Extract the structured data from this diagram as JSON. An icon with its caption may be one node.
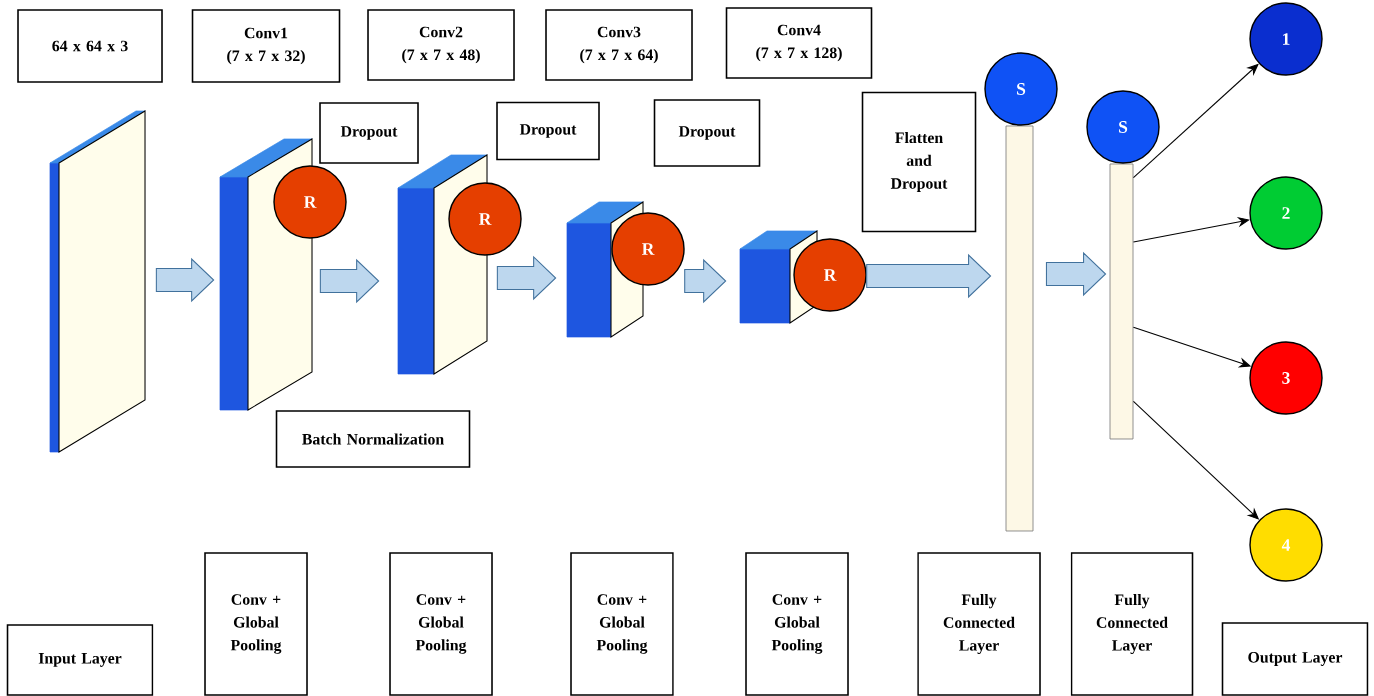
{
  "diagram": {
    "nodes": [
      {
        "text": [
          "64 x 64 x 3"
        ]
      },
      {
        "text": [
          "Conv1",
          "(7 x 7 x 32)"
        ]
      },
      {
        "text": [
          "Conv2",
          "(7 x 7 x 48)"
        ]
      },
      {
        "text": [
          "Conv3",
          "(7 x 7 x 64)"
        ]
      },
      {
        "text": [
          "Conv4",
          "(7 x 7 x 128)"
        ]
      },
      {
        "text": [
          "1"
        ]
      },
      {
        "text": [
          "S"
        ]
      },
      {
        "text": [
          "Dropout"
        ]
      },
      {
        "text": [
          "Dropout"
        ]
      },
      {
        "text": [
          "Dropout"
        ]
      },
      {
        "text": [
          "S"
        ]
      },
      {
        "text": [
          "Flatten and Dropout"
        ]
      },
      {
        "text": [],
        "shape": "box"
      },
      {
        "text": [],
        "shape": "box"
      },
      {
        "text": [
          "R"
        ]
      },
      {
        "text": [],
        "shape": "box"
      },
      {
        "text": [
          "R"
        ]
      },
      {
        "text": [],
        "shape": "box"
      },
      {
        "text": [
          "R"
        ]
      },
      {
        "text": [],
        "shape": "box"
      },
      {
        "text": [
          "R"
        ]
      },
      {
        "text": [],
        "shape": "bar"
      },
      {
        "text": [],
        "shape": "bar"
      },
      {
        "text": [
          "2"
        ]
      },
      {
        "text": [
          "3"
        ]
      },
      {
        "text": [
          "Batch Normalization"
        ]
      },
      {
        "text": [
          "4"
        ]
      },
      {
        "text": [
          "Input Layer"
        ]
      },
      {
        "text": [
          "Conv + Global Pooling"
        ]
      },
      {
        "text": [
          "Conv + Global Pooling"
        ]
      },
      {
        "text": [
          "Conv + Global Pooling"
        ]
      },
      {
        "text": [
          "Conv + Global Pooling"
        ]
      },
      {
        "text": [
          "Fully Connected Layer"
        ]
      },
      {
        "text": [
          "Fully Connected Layer"
        ]
      },
      {
        "text": [
          "Output Layer"
        ]
      }
    ],
    "edges": [
      {
        "from": 12,
        "to": 13,
        "arrow": "to",
        "style": "thick",
        "color": "#bdd7ee"
      },
      {
        "from": 13,
        "to": 15,
        "arrow": "to",
        "style": "thick",
        "color": "#bdd7ee"
      },
      {
        "from": 15,
        "to": 17,
        "arrow": "to",
        "style": "thick",
        "color": "#bdd7ee"
      },
      {
        "from": 18,
        "to": 19,
        "arrow": "to",
        "style": "thick",
        "color": "#bdd7ee"
      },
      {
        "from": 20,
        "to": 21,
        "arrow": "to",
        "style": "thick",
        "color": "#bdd7ee"
      },
      {
        "from": 21,
        "to": 22,
        "arrow": "to",
        "style": "thick",
        "color": "#bdd7ee"
      },
      {
        "from": 22,
        "to": 5,
        "arrow": "to"
      },
      {
        "from": 22,
        "to": 23,
        "arrow": "to"
      },
      {
        "from": 22,
        "to": 24,
        "arrow": "to"
      },
      {
        "from": 22,
        "to": 26,
        "arrow": "to"
      }
    ]
  }
}
